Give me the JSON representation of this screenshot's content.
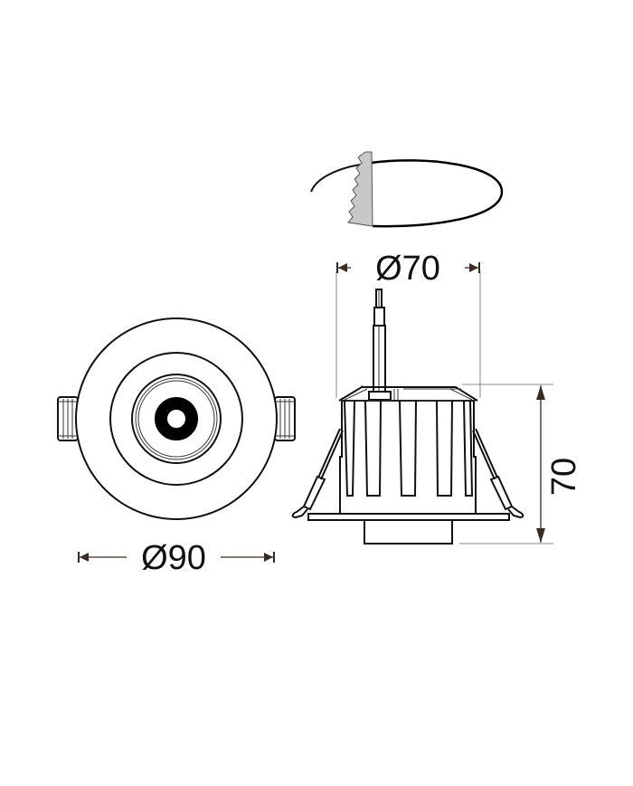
{
  "drawing": {
    "title": "Recessed downlight technical drawing",
    "views": {
      "cutout_icon": {
        "label": "ceiling cut-out icon"
      },
      "front_view": {
        "label": "front view (face)"
      },
      "side_view": {
        "label": "side view"
      }
    },
    "dimensions": {
      "cutout_diameter": "Ø70",
      "outer_diameter": "Ø90",
      "height": "70"
    },
    "colors": {
      "line": "#111111",
      "dimension": "#3a2a22",
      "extension": "#888888",
      "saw_fill": "#c8c8c8",
      "background": "#ffffff"
    }
  }
}
